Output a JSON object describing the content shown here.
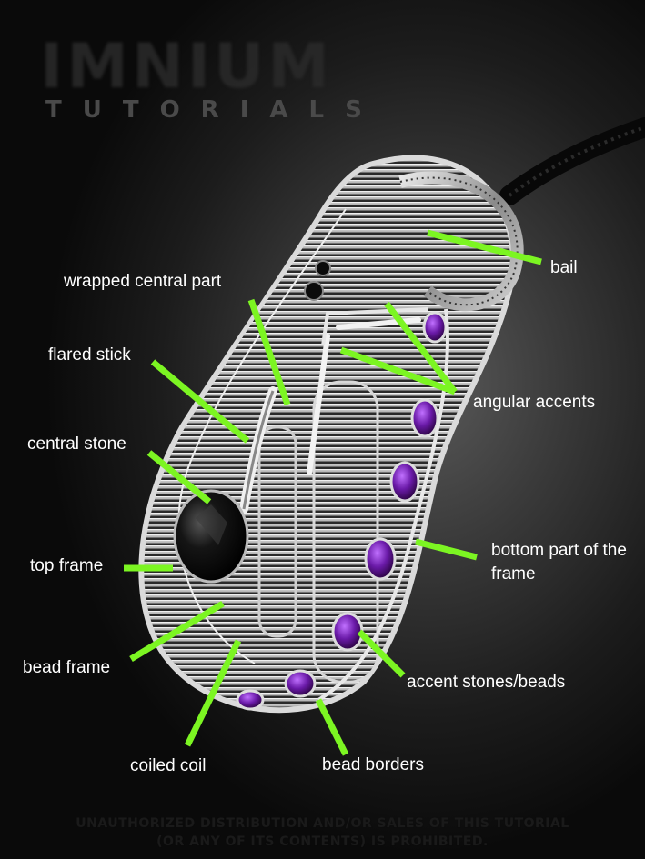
{
  "logo": {
    "main": "IMNIUM",
    "sub": "TUTORIALS"
  },
  "labels": {
    "wrapped_central_part": "wrapped central part",
    "flared_stick": "flared stick",
    "central_stone": "central stone",
    "top_frame": "top frame",
    "bead_frame": "bead frame",
    "coiled_coil": "coiled coil",
    "bead_borders": "bead borders",
    "accent_stones": "accent stones/beads",
    "bottom_part": "bottom part of the frame",
    "angular_accents": "angular accents",
    "bail": "bail"
  },
  "footer": {
    "line1": "UNAUTHORIZED DISTRIBUTION AND/OR SALES OF THIS TUTORIAL",
    "line2": "(OR ANY OF ITS CONTENTS) IS PROHIBITED."
  },
  "colors": {
    "leader": "#7cf522",
    "label_text": "#ffffff",
    "background": "#111111"
  }
}
